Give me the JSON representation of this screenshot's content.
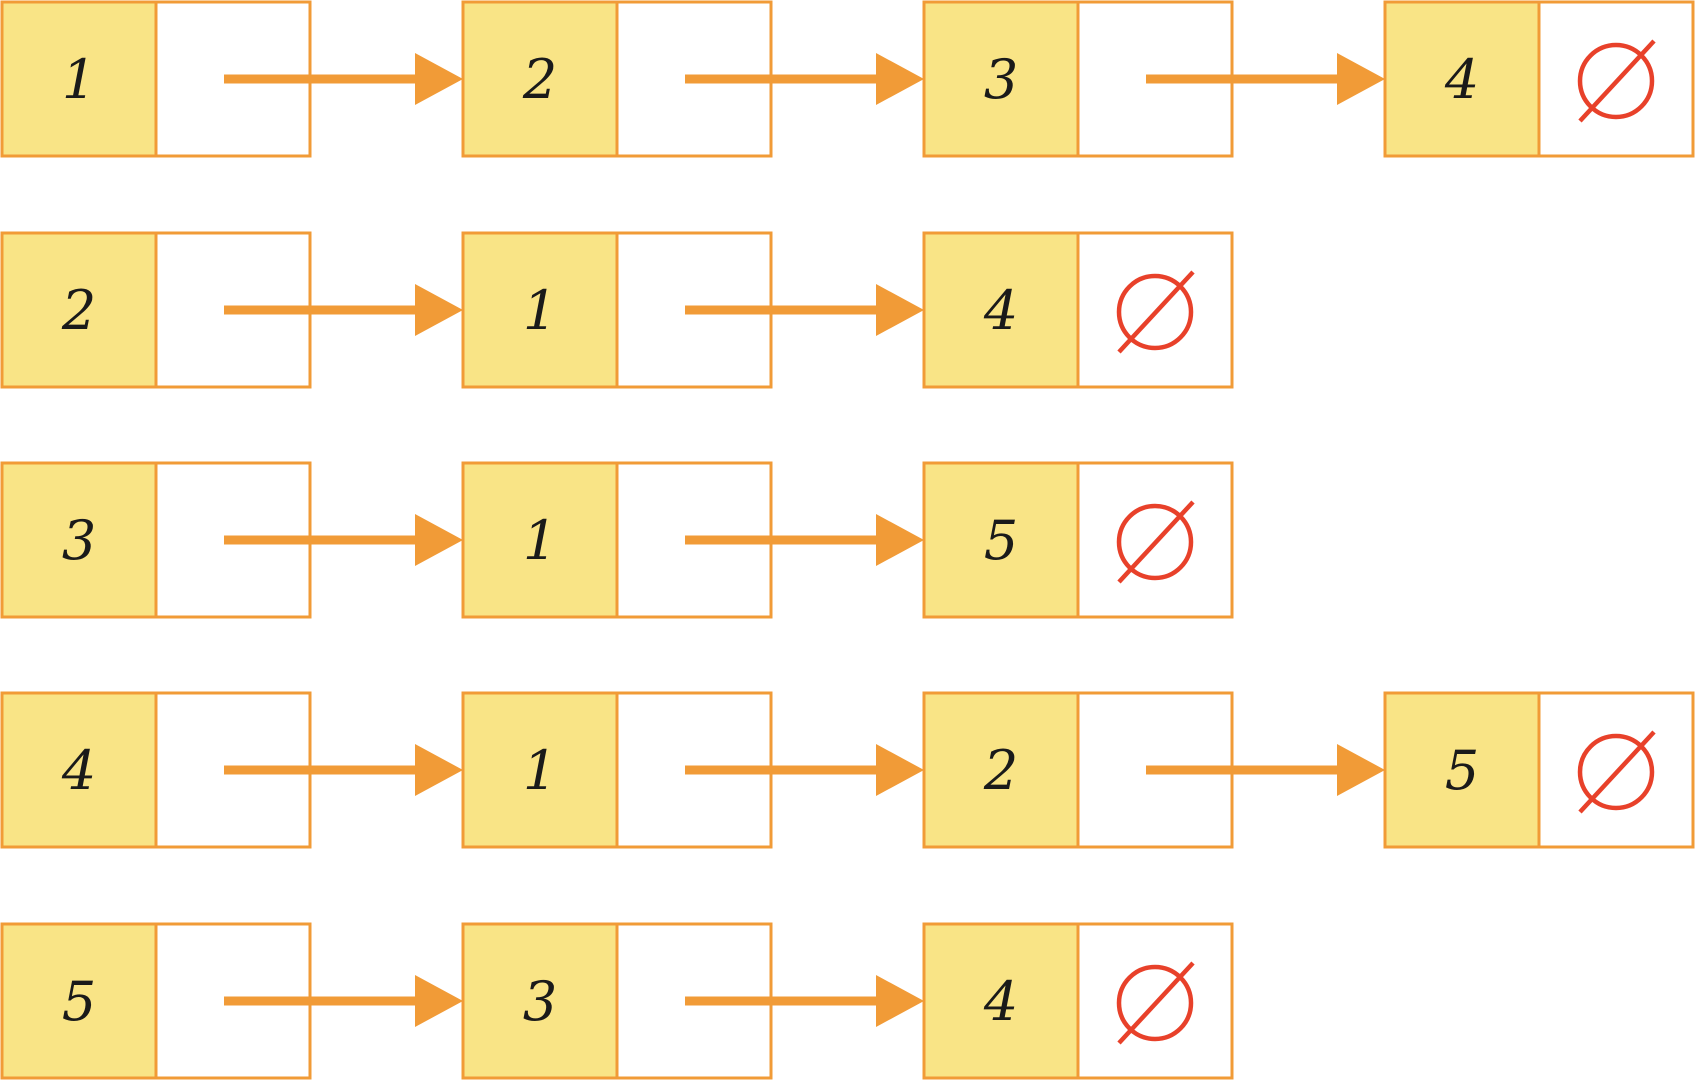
{
  "lists": [
    {
      "head": "1",
      "nodes": [
        "2",
        "3",
        "4"
      ]
    },
    {
      "head": "2",
      "nodes": [
        "1",
        "4"
      ]
    },
    {
      "head": "3",
      "nodes": [
        "1",
        "5"
      ]
    },
    {
      "head": "4",
      "nodes": [
        "1",
        "2",
        "5"
      ]
    },
    {
      "head": "5",
      "nodes": [
        "3",
        "4"
      ]
    }
  ],
  "colors": {
    "value_cell": "#f9e486",
    "border": "#f19b37",
    "arrow": "#f19b37",
    "null_symbol": "#e8412a",
    "text": "#1a1a1a"
  },
  "icons": {
    "null_pointer": "empty-set-icon",
    "link": "arrow-right-icon"
  }
}
